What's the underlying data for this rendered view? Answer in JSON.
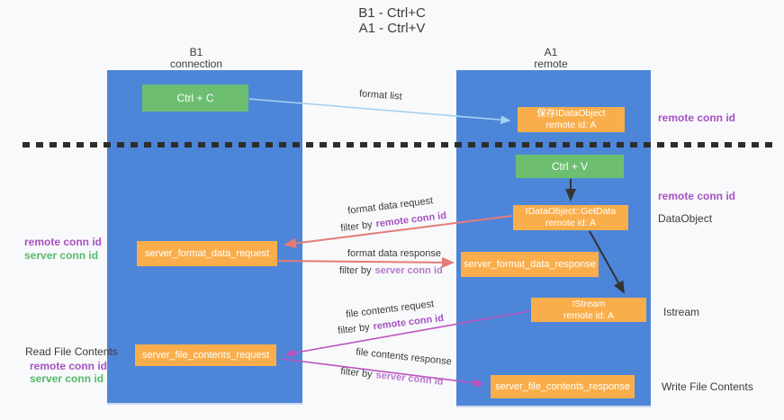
{
  "title": {
    "line1": "B1 - Ctrl+C",
    "line2": "A1 - Ctrl+V"
  },
  "columns": {
    "left": {
      "name": "B1",
      "role": "connection"
    },
    "right": {
      "name": "A1",
      "role": "remote"
    }
  },
  "nodes": {
    "ctrl_c": {
      "label": "Ctrl + C"
    },
    "ctrl_v": {
      "label": "Ctrl + V"
    },
    "save_dataobject": {
      "line1": "保存IDataObject",
      "line2": "remote id: A"
    },
    "getdata": {
      "line1": "IDataObject::GetData",
      "line2": "remote id: A"
    },
    "istream": {
      "line1": "IStream",
      "line2": "remote id: A"
    },
    "format_request": {
      "label": "server_format_data_request"
    },
    "format_response": {
      "label": "server_format_data_response"
    },
    "file_request": {
      "label": "server_file_contents_request"
    },
    "file_response": {
      "label": "server_file_contents_response"
    }
  },
  "arrow_labels": {
    "format_list": "format list",
    "format_data_request": "format data request",
    "format_data_response": "format data response",
    "file_contents_request": "file contents request",
    "file_contents_response": "file contents response",
    "filter_by": "filter by",
    "remote_conn_id": "remote conn id",
    "server_conn_id": "server conn id"
  },
  "side_labels": {
    "remote_conn_id": "remote conn id",
    "server_conn_id": "server conn id",
    "read_file_contents": "Read File Contents",
    "write_file_contents": "Write File Contents",
    "dataobject": "DataObject",
    "istream": "Istream"
  },
  "colors": {
    "background": "#f8f9fa",
    "column_blue": "#4d86d8",
    "box_green": "#6dbe71",
    "box_orange": "#f9ae4b",
    "purple_text": "#a652c2",
    "purple_light_text": "#b878d0",
    "green_text": "#56b96a",
    "arrow_blue": "#a5d2f2",
    "arrow_salmon": "#e57b77",
    "arrow_magenta": "#bd53be",
    "arrow_black": "#333333",
    "dash_line": "#2d2d2d"
  }
}
